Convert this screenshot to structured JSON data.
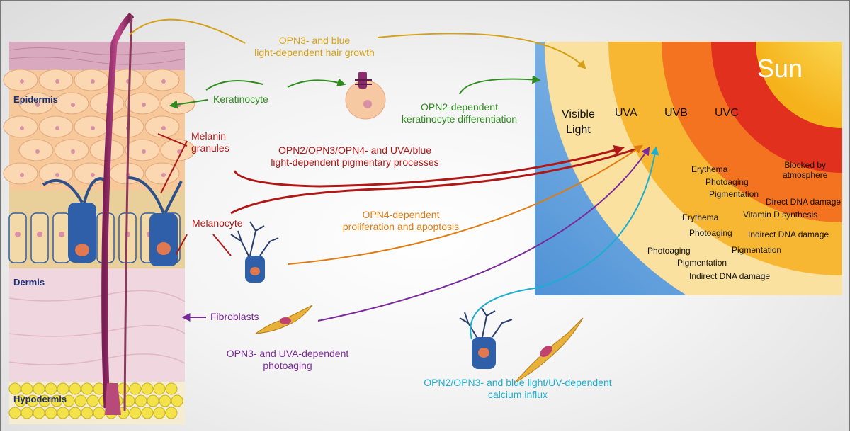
{
  "skin_layers": {
    "epidermis": "Epidermis",
    "dermis": "Dermis",
    "hypodermis": "Hypodermis"
  },
  "cell_labels": {
    "keratinocyte": "Keratinocyte",
    "melanin_granules": [
      "Melanin",
      "granules"
    ],
    "melanocyte": "Melanocyte",
    "fibroblasts": "Fibroblasts"
  },
  "processes": {
    "hair_growth": [
      "OPN3- and blue",
      "light-dependent hair growth"
    ],
    "keratinocyte_diff": [
      "OPN2-dependent",
      "keratinocyte differentiation"
    ],
    "pigmentary": [
      "OPN2/OPN3/OPN4- and UVA/blue",
      "light-dependent pigmentary processes"
    ],
    "proliferation": [
      "OPN4-dependent",
      "proliferation and apoptosis"
    ],
    "photoaging": [
      "OPN3- and UVA-dependent",
      "photoaging"
    ],
    "calcium": [
      "OPN2/OPN3- and blue light/UV-dependent",
      "calcium influx"
    ]
  },
  "sun": {
    "title": "Sun",
    "bands": {
      "visible": [
        "Visible",
        "Light"
      ],
      "uva": "UVA",
      "uvb": "UVB",
      "uvc": "UVC"
    },
    "uvc_effect": [
      "Blocked by",
      "atmosphere"
    ],
    "uvb_effects": [
      "Erythema",
      "Photoaging",
      "Pigmentation",
      "Direct DNA damage",
      "Vitamin D synthesis"
    ],
    "uva_effects_inner": [
      "Erythema",
      "Photoaging",
      "Indirect DNA damage",
      "Pigmentation"
    ],
    "visible_effects": [
      "Photoaging",
      "Pigmentation",
      "Indirect DNA damage"
    ]
  },
  "colors": {
    "hair_growth": "#d4a017",
    "keratinocyte": "#2e8b1e",
    "pigment": "#b01818",
    "proliferation": "#e07b10",
    "photoaging": "#7a2a9a",
    "calcium": "#1aaed0",
    "layer_label": "#1c2f78"
  }
}
